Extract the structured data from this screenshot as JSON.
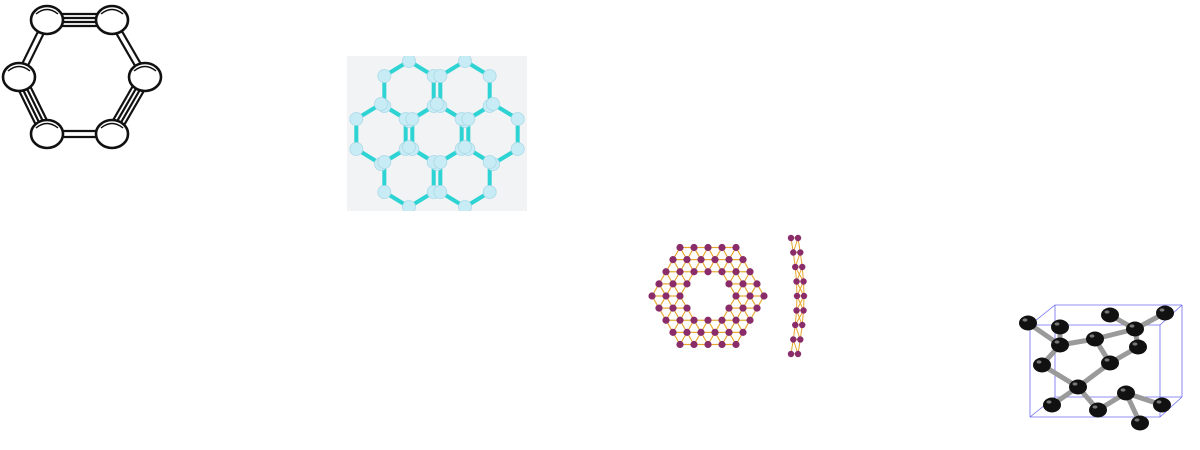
{
  "figures": [
    {
      "name": "cyclocarbon-ring",
      "style": "line-drawing",
      "atom_color": "#ffffff",
      "bond_color": "#111111"
    },
    {
      "name": "graphene-lattice",
      "style": "ball-and-stick",
      "atom_color": "#c8ecf5",
      "bond_color": "#2ed3d3",
      "panel_color": "#f2f3f5"
    },
    {
      "name": "borophene-cluster",
      "style": "ball-and-stick",
      "atom_color": "#8a2c6a",
      "bond_color": "#e6a62e"
    },
    {
      "name": "diamond-unit-cell",
      "style": "ball-and-stick",
      "atom_color": "#111111",
      "bond_color": "#9a9a9a",
      "cell_color": "#6a6af0"
    }
  ]
}
